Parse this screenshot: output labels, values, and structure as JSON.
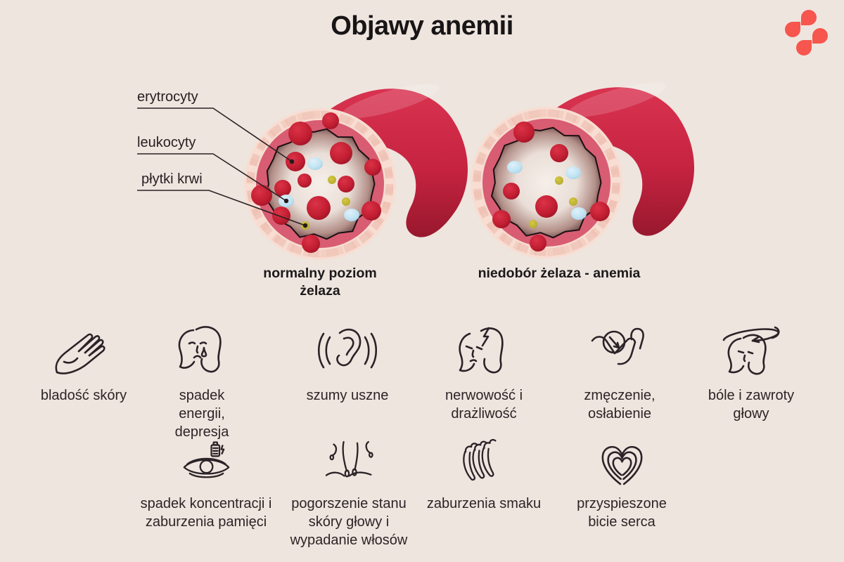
{
  "title": "Objawy anemii",
  "logo": {
    "name": "four-drops-logo",
    "accent": "#f6564d"
  },
  "colors": {
    "background": "#efe5df",
    "text": "#2b2426",
    "accent": "#f6564d",
    "icon_stroke": "#2a2327",
    "pointer_line": "#2a2123",
    "tube_top": "#d93350",
    "tube_mid": "#c52340",
    "tube_bottom": "#98182d",
    "wall_outer": "#f8ddd2",
    "wall_texture": "#edbcae",
    "wall_inner": "#d85c72",
    "lumen_center": "#f6efe9",
    "lumen_edge": "#241216",
    "cell_red_light": "#db3246",
    "cell_red": "#c01d31",
    "cell_red_dark": "#8f1022",
    "cell_blue_light": "#def1fa",
    "cell_blue": "#bfe2f2",
    "cell_blue_dark": "#9ccade",
    "cell_yellow": "#d5c93f",
    "cell_yellow_dark": "#b0a62f"
  },
  "diagram": {
    "cell_labels": [
      {
        "label": "erytrocyty"
      },
      {
        "label": "leukocyty"
      },
      {
        "label": "płytki krwi"
      }
    ],
    "vessels": [
      {
        "caption": "normalny poziom\nżelaza",
        "cells": {
          "red": [
            [
              80,
              140,
              14
            ],
            [
              145,
              128,
              16
            ],
            [
              93,
              167,
              10
            ],
            [
              152,
              172,
              12
            ],
            [
              113,
              206,
              17
            ],
            [
              62,
              178,
              12
            ],
            [
              87,
              100,
              17
            ],
            [
              130,
              82,
              12
            ],
            [
              32,
              188,
              15
            ],
            [
              60,
              217,
              13
            ],
            [
              190,
              148,
              12
            ],
            [
              188,
              210,
              14
            ],
            [
              102,
              257,
              13
            ]
          ],
          "blue": [
            [
              108,
              143,
              11
            ],
            [
              67,
              196,
              11
            ],
            [
              160,
              216,
              11
            ]
          ],
          "yellow": [
            [
              132,
              166,
              6
            ],
            [
              152,
              197,
              6
            ],
            [
              94,
              231,
              6
            ]
          ]
        }
      },
      {
        "caption": "niedobór żelaza - anemia",
        "cells": {
          "red": [
            [
              83,
              100,
              15
            ],
            [
              133,
              130,
              13
            ],
            [
              65,
              184,
              12
            ],
            [
              115,
              206,
              16
            ],
            [
              191,
              213,
              14
            ],
            [
              51,
              224,
              13
            ],
            [
              103,
              258,
              12
            ]
          ],
          "blue": [
            [
              70,
              150,
              11
            ],
            [
              153,
              158,
              11
            ],
            [
              161,
              216,
              11
            ]
          ],
          "yellow": [
            [
              133,
              169,
              6
            ],
            [
              153,
              199,
              6
            ],
            [
              96,
              231,
              6
            ]
          ]
        }
      }
    ]
  },
  "symptoms": {
    "rows": [
      [
        {
          "icon": "hand-icon",
          "label": "bladość skóry"
        },
        {
          "icon": "sad-person-icon",
          "label": "spadek\nenergii,\ndepresja"
        },
        {
          "icon": "ear-icon",
          "label": "szumy uszne"
        },
        {
          "icon": "angry-faces-icon",
          "label": "nerwowość i\ndrażliwość"
        },
        {
          "icon": "weak-arm-gauge-icon",
          "label": "zmęczenie,\nosłabienie"
        },
        {
          "icon": "dizzy-head-icon",
          "label": "bóle i zawroty\ngłowy"
        }
      ],
      [
        {
          "icon": "eye-battery-icon",
          "label": "spadek koncentracji i\nzaburzenia pamięci"
        },
        {
          "icon": "hair-loss-icon",
          "label": "pogorszenie stanu\nskóry głowy i\nwypadanie włosów"
        },
        {
          "icon": "chili-peppers-icon",
          "label": "zaburzenia smaku"
        },
        {
          "icon": "heart-pulse-icon",
          "label": "przyspieszone\nbicie serca"
        }
      ]
    ]
  }
}
